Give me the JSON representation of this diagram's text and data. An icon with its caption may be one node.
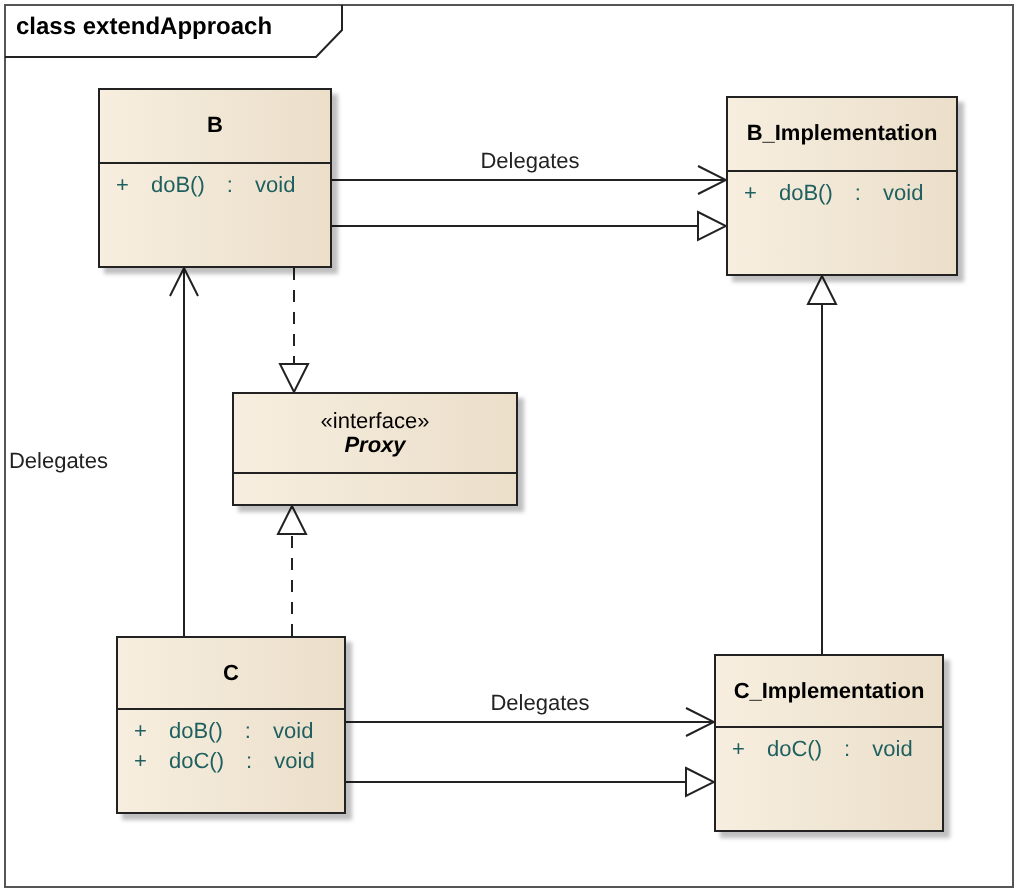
{
  "diagram": {
    "title": "class extendApproach",
    "nodes": [
      {
        "text": [
          "B",
          "+ doB() : void"
        ]
      },
      {
        "text": [
          "B_Implementation",
          "+ doB() : void"
        ]
      },
      {
        "text": [
          "«interface»",
          "Proxy"
        ]
      },
      {
        "text": [
          "C",
          "+ doB() : void",
          "+ doC() : void"
        ]
      },
      {
        "text": [
          "C_Implementation",
          "+ doC() : void"
        ]
      }
    ],
    "edges": [
      {
        "from": 0,
        "to": 1,
        "arrow": "to",
        "label": "Delegates"
      },
      {
        "from": 0,
        "to": 1,
        "arrow": "to"
      },
      {
        "from": 0,
        "to": 2,
        "arrow": "to",
        "style": "dashed"
      },
      {
        "from": 3,
        "to": 0,
        "arrow": "to",
        "label": "Delegates"
      },
      {
        "from": 3,
        "to": 2,
        "arrow": "to",
        "style": "dashed"
      },
      {
        "from": 4,
        "to": 1,
        "arrow": "to"
      },
      {
        "from": 3,
        "to": 4,
        "arrow": "to",
        "label": "Delegates"
      },
      {
        "from": 3,
        "to": 4,
        "arrow": "to"
      }
    ]
  }
}
